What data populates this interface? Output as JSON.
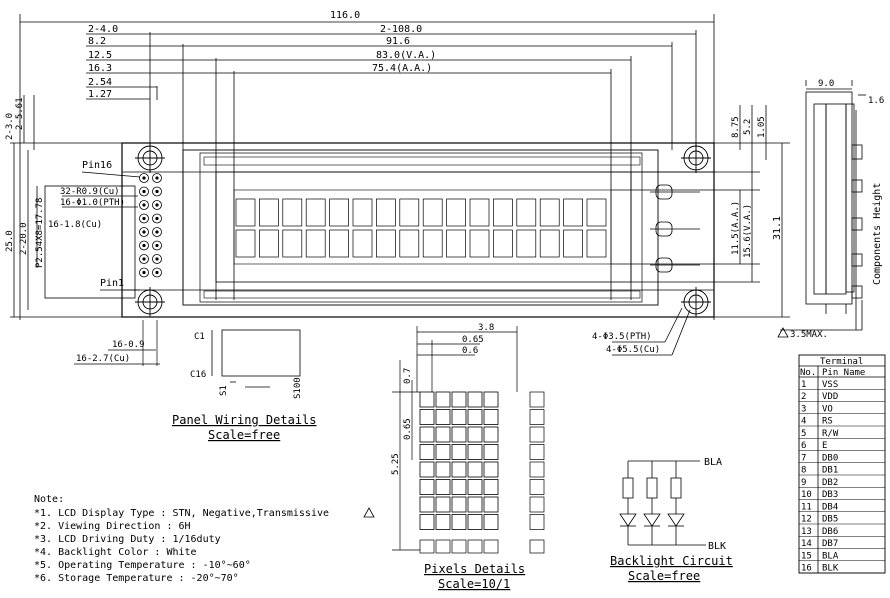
{
  "top_dims": {
    "d1": "116.0",
    "d2": "2-4.0",
    "d3": "2-108.0",
    "d4": "8.2",
    "d5": "91.6",
    "d6": "12.5",
    "d7": "83.0(V.A.)",
    "d8": "16.3",
    "d9": "75.4(A.A.)",
    "d10": "2.54",
    "d11": "1.27"
  },
  "left_dims": {
    "v1": "2-3.0",
    "v2": "2-5.61",
    "v3": "25.0",
    "v4": "2-20.0",
    "v5": "P2.54X8=17.78"
  },
  "pin_labels": {
    "pin16": "Pin16",
    "pin1": "Pin1",
    "pad_cu": "32-R0.9(Cu)",
    "pth": "16-Φ1.0(PTH)",
    "cu": "16-1.8(Cu)",
    "w09": "16-0.9",
    "w27": "16-2.7(Cu)"
  },
  "right_dims": {
    "r1": "8.75",
    "r2": "5.2",
    "r3": "1.05",
    "r4": "11.5(A.A.)",
    "r5": "15.6(V.A.)",
    "r6": "31.1",
    "hole1": "4-Φ3.5(PTH)",
    "hole2": "4-Φ5.5(Cu)"
  },
  "side_view": {
    "w": "9.0",
    "t": "1.6",
    "label": "Components Height",
    "max": "3.5MAX."
  },
  "wiring": {
    "c1": "C1",
    "c16": "C16",
    "s1": "S1",
    "s100": "S100",
    "title": "Panel Wiring Details",
    "scale": "Scale=free"
  },
  "pixels": {
    "w": "3.8",
    "p1": "0.65",
    "p2": "0.6",
    "h1": "0.7",
    "h2": "0.65",
    "h3": "5.25",
    "title": "Pixels Details",
    "scale": "Scale=10/1"
  },
  "backlight": {
    "bla": "BLA",
    "blk": "BLK",
    "title": "Backlight Circuit",
    "scale": "Scale=free"
  },
  "notes": {
    "title": "Note:",
    "lines": [
      "*1. LCD Display Type : STN, Negative,Transmissive",
      "*2. Viewing Direction : 6H",
      "*3. LCD Driving Duty : 1/16duty",
      "*4. Backlight Color : White",
      "*5. Operating Temperature : -10°~60°",
      "*6. Storage Temperature : -20°~70°"
    ]
  },
  "terminal": {
    "title": "Terminal",
    "col_no": "No.",
    "col_name": "Pin Name",
    "rows": [
      [
        "1",
        "VSS"
      ],
      [
        "2",
        "VDD"
      ],
      [
        "3",
        "VO"
      ],
      [
        "4",
        "RS"
      ],
      [
        "5",
        "R/W"
      ],
      [
        "6",
        "E"
      ],
      [
        "7",
        "DB0"
      ],
      [
        "8",
        "DB1"
      ],
      [
        "9",
        "DB2"
      ],
      [
        "10",
        "DB3"
      ],
      [
        "11",
        "DB4"
      ],
      [
        "12",
        "DB5"
      ],
      [
        "13",
        "DB6"
      ],
      [
        "14",
        "DB7"
      ],
      [
        "15",
        "BLA"
      ],
      [
        "16",
        "BLK"
      ]
    ]
  }
}
